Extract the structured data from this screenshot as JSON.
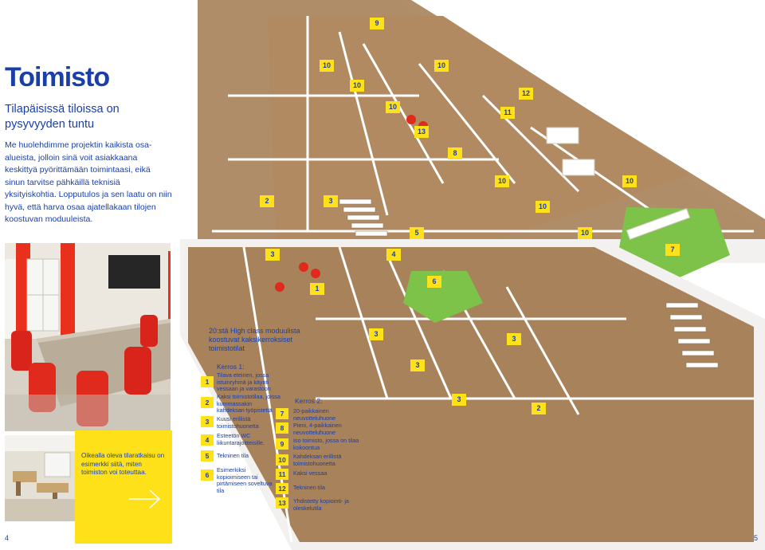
{
  "page": {
    "title": "Toimisto",
    "subtitle": "Tilapäisissä tiloissa on pysyvyyden tuntu",
    "intro": "Me huolehdimme projektin kaikista osa-alueista, jolloin sinä voit asiakkaana keskittyä pyörittämään toimintaasi, eikä sinun tarvitse pähkäillä teknisiä yksityiskohtia. Lopputulos ja sen laatu on niin hyvä, että harva osaa ajatellakaan tilojen koostuvan moduuleista.",
    "photo_caption": "Oikealla oleva tilaratkaisu on esimerkki siitä, miten toimiston voi toteuttaa.",
    "plan_caption": "20:stä High class moduulista koostuvat kaksikerroksiset toimistotilat",
    "page_left": "4",
    "page_right": "5"
  },
  "plan_badges": [
    {
      "label": "9"
    },
    {
      "label": "10"
    },
    {
      "label": "10"
    },
    {
      "label": "10"
    },
    {
      "label": "12"
    },
    {
      "label": "10"
    },
    {
      "label": "11"
    },
    {
      "label": "13"
    },
    {
      "label": "8"
    },
    {
      "label": "10"
    },
    {
      "label": "10"
    },
    {
      "label": "2"
    },
    {
      "label": "3"
    },
    {
      "label": "10"
    },
    {
      "label": "5"
    },
    {
      "label": "10"
    },
    {
      "label": "3"
    },
    {
      "label": "4"
    },
    {
      "label": "7"
    },
    {
      "label": "6"
    },
    {
      "label": "1"
    },
    {
      "label": "3"
    },
    {
      "label": "3"
    },
    {
      "label": "3"
    },
    {
      "label": "3"
    },
    {
      "label": "2"
    }
  ],
  "legend": {
    "floor1_title": "Kerros 1:",
    "floor2_title": "Kerros 2:",
    "floor1": [
      {
        "num": "1",
        "text": "Tilava eteinen, jossa istuinryhmä ja käynti vessaan ja varastoon"
      },
      {
        "num": "2",
        "text": "Kaksi toimistotilaa, joissa kummassakin kahdeksan työpistettä"
      },
      {
        "num": "3",
        "text": "Kuusi erillistä toimistohuonetta"
      },
      {
        "num": "4",
        "text": "Esteetön WC liikuntarajoitteisille."
      },
      {
        "num": "5",
        "text": "Tekninen tila"
      },
      {
        "num": "6",
        "text": "Esimerkiksi kopioimiseen tai pirtämiseen soveltuva tila"
      }
    ],
    "floor2": [
      {
        "num": "7",
        "text": "20-paikkainen neuvotteluhuone"
      },
      {
        "num": "8",
        "text": "Pieni, 4-paikkainen neuvotteluhuone"
      },
      {
        "num": "9",
        "text": "Iso toimisto, jossa on tilaa kokoontua"
      },
      {
        "num": "10",
        "text": "Kahdeksan erillistä toimistohuonetta"
      },
      {
        "num": "11",
        "text": "Kaksi vessaa"
      },
      {
        "num": "12",
        "text": "Tekninen tila"
      },
      {
        "num": "13",
        "text": "Yhdistetty kopiointi- ja oleskelutila"
      }
    ]
  },
  "colors": {
    "accent_blue": "#1a3fa8",
    "accent_yellow": "#ffe11a",
    "floor_wood": "#a8825a",
    "floor_green": "#7dc34a"
  }
}
